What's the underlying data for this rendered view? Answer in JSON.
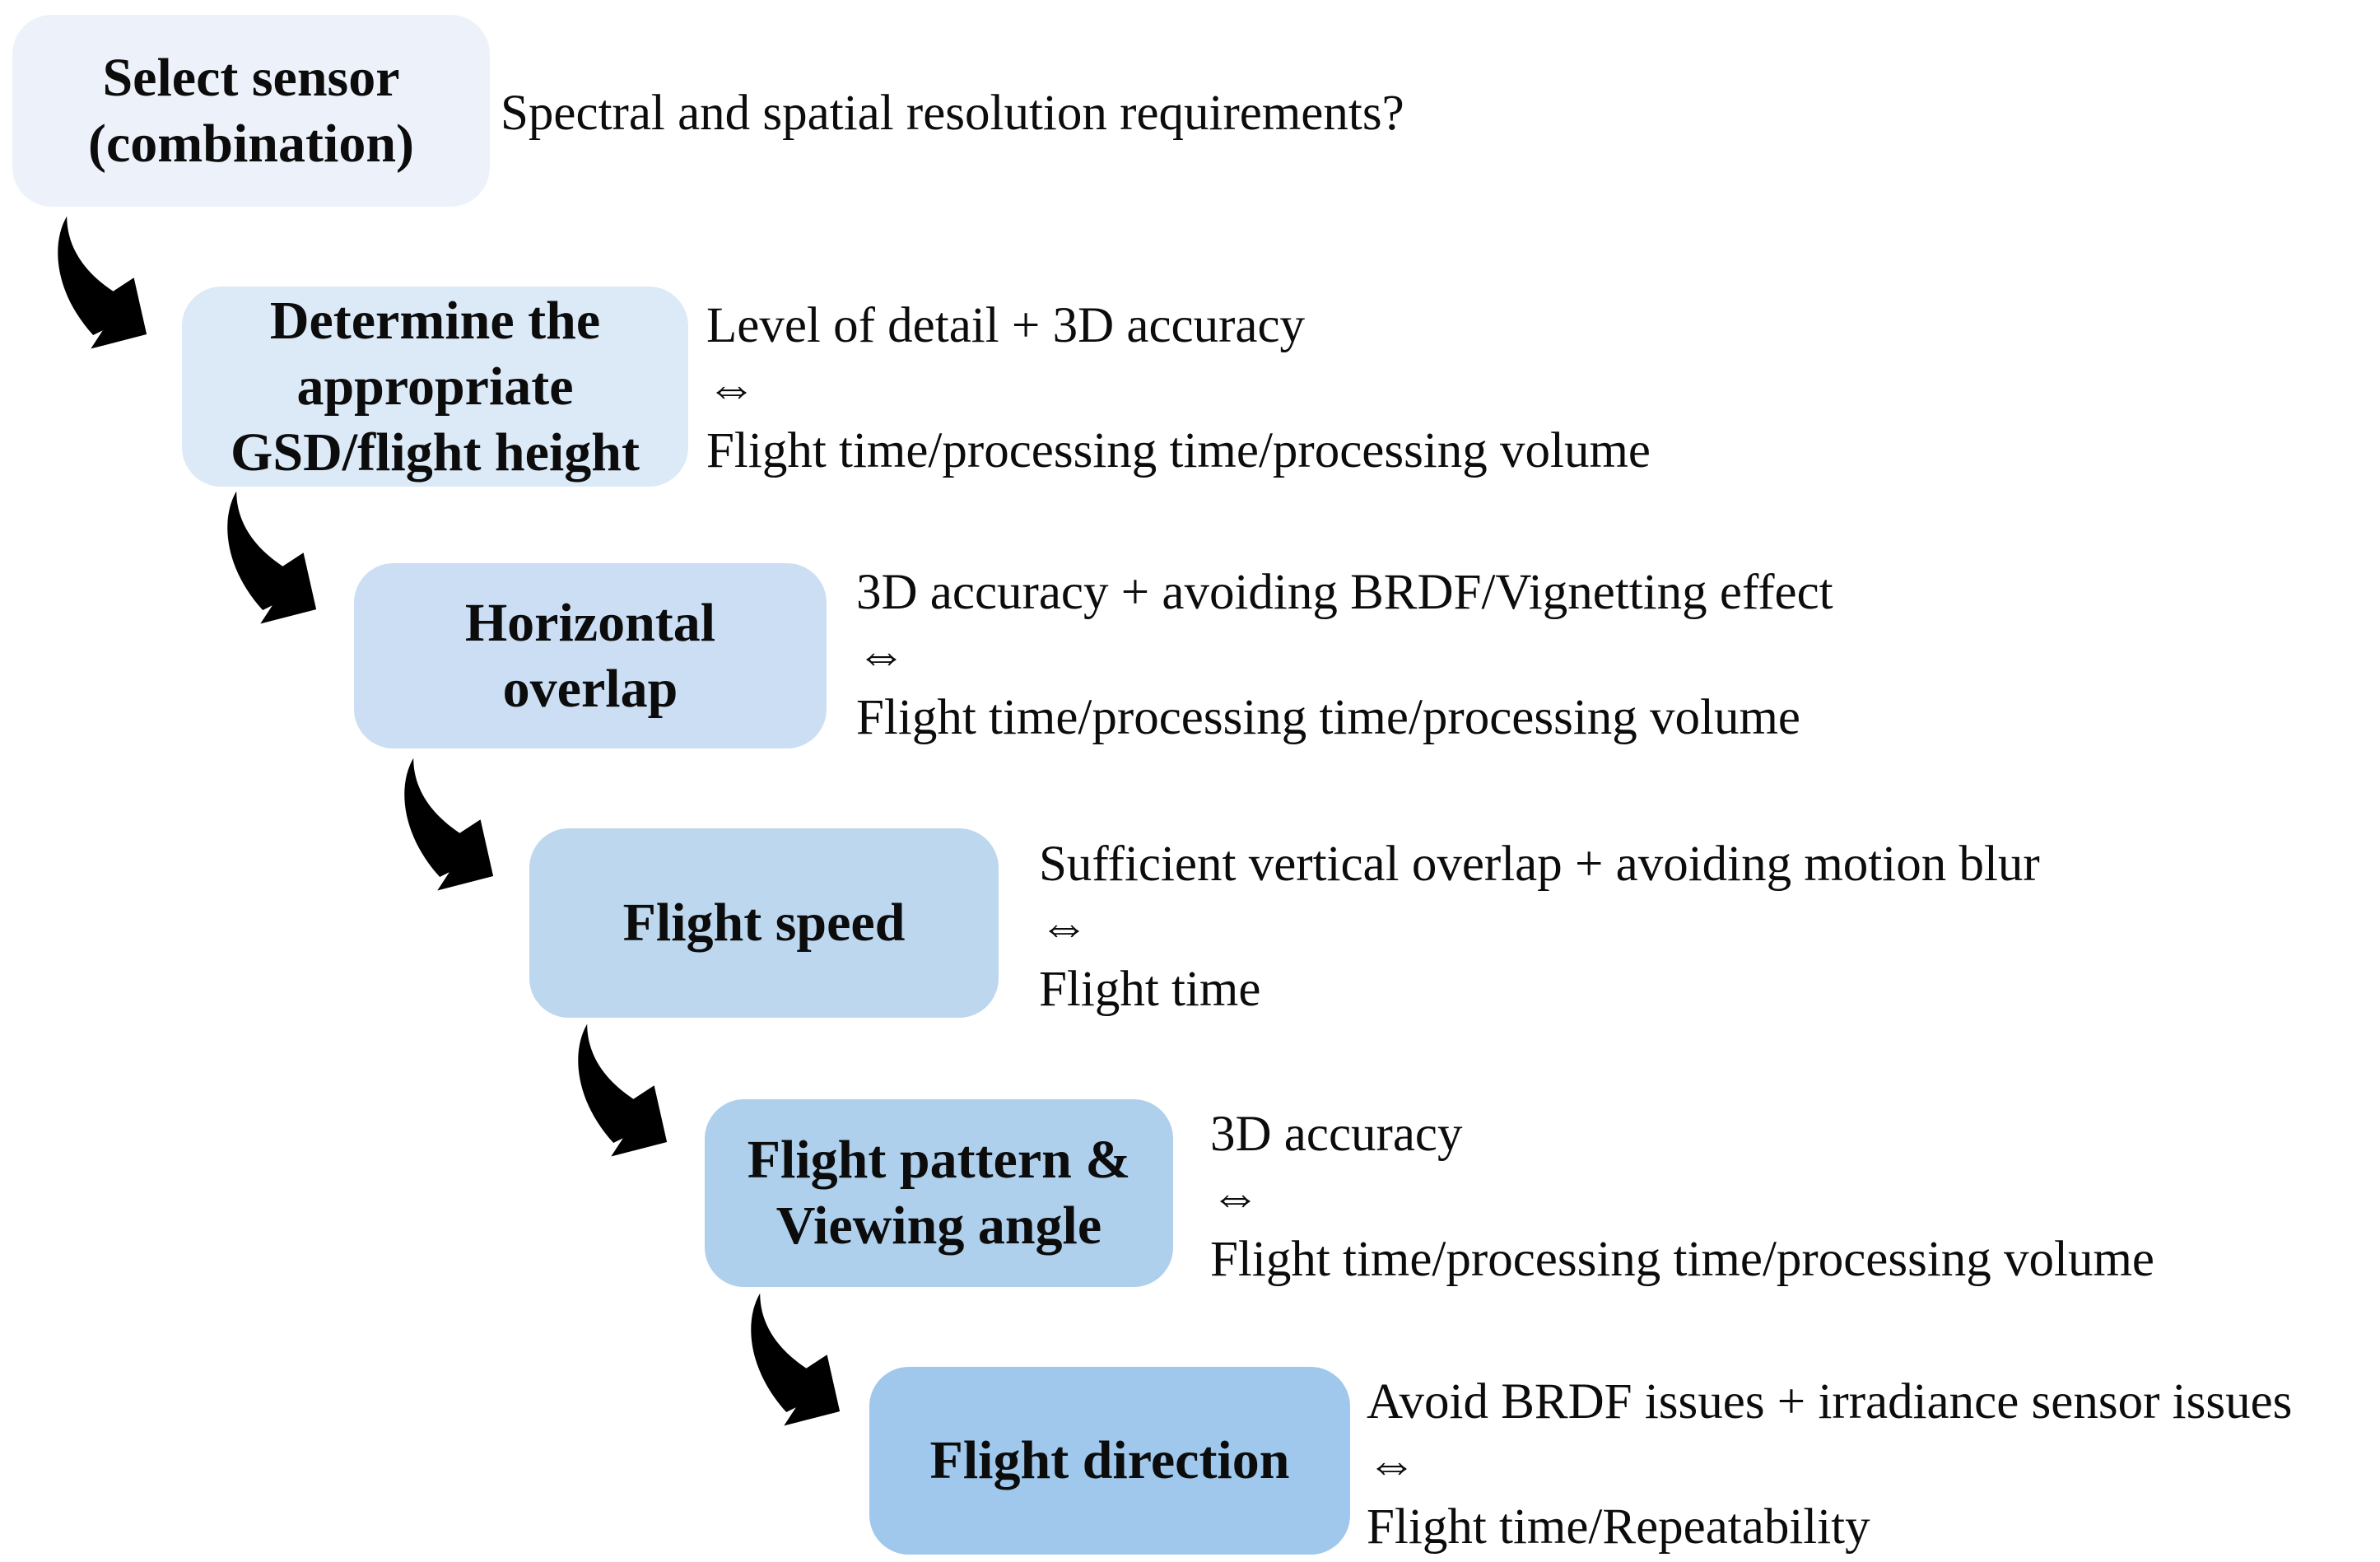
{
  "figure": {
    "type": "flowchart",
    "description_visible_only": "stepped cascade of decision boxes with trade-off annotations",
    "arrow": {
      "color": "#000000",
      "glyph": "curved-swoosh-arrow",
      "count": 5
    },
    "tradeoff_symbol": "⇔",
    "steps": [
      {
        "id": "select-sensor",
        "label_lines": [
          "Select sensor",
          "(combination)"
        ],
        "box_color": "#edf2fa",
        "annotation_lines": [
          "Spectral and spatial resolution requirements?"
        ]
      },
      {
        "id": "gsd-flight-height",
        "label_lines": [
          "Determine the",
          "appropriate",
          "GSD/flight height"
        ],
        "box_color": "#dce9f6",
        "annotation_lines": [
          "Level of detail + 3D accuracy",
          "⇔",
          "Flight time/processing time/processing volume"
        ]
      },
      {
        "id": "horizontal-overlap",
        "label_lines": [
          "Horizontal",
          "overlap"
        ],
        "box_color": "#cbdef3",
        "annotation_lines": [
          "3D accuracy + avoiding BRDF/Vignetting effect",
          "⇔",
          "Flight time/processing time/processing volume"
        ]
      },
      {
        "id": "flight-speed",
        "label_lines": [
          "Flight speed"
        ],
        "box_color": "#bdd7ee",
        "annotation_lines": [
          "Sufficient vertical overlap + avoiding motion blur",
          "⇔",
          "Flight time"
        ]
      },
      {
        "id": "flight-pattern-viewing-angle",
        "label_lines": [
          "Flight pattern &",
          "Viewing angle"
        ],
        "box_color": "#aed0ec",
        "annotation_lines": [
          "3D accuracy",
          "⇔",
          "Flight time/processing time/processing volume"
        ]
      },
      {
        "id": "flight-direction",
        "label_lines": [
          "Flight direction"
        ],
        "box_color": "#9fc8ec",
        "annotation_lines": [
          "Avoid BRDF issues + irradiance sensor issues",
          "⇔",
          "Flight time/Repeatability"
        ]
      }
    ]
  }
}
